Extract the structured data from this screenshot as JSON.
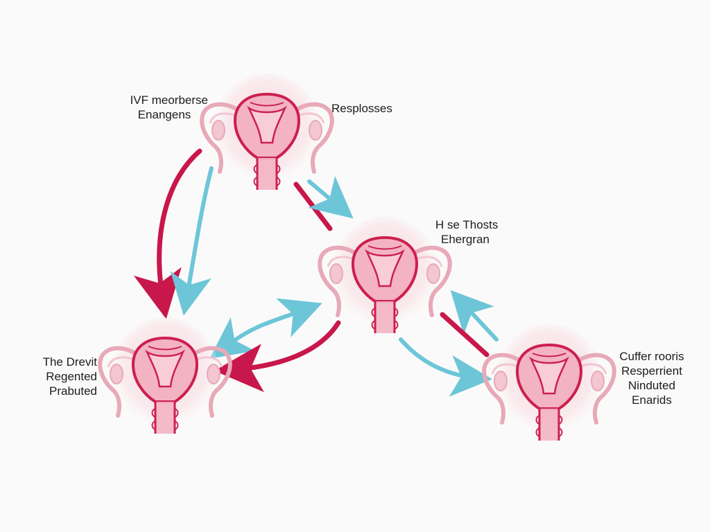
{
  "colors": {
    "red_arrow": "#c8174a",
    "cyan_arrow": "#6cc6d8",
    "organ_outline": "#cc1f4f",
    "organ_fill": "#f3b3c2",
    "organ_haze": "#f6d3da",
    "background": "#fbfafa"
  },
  "nodes": [
    {
      "id": "top",
      "icon": "uterus-icon",
      "labels": {
        "left": [
          "IVF meorberse",
          "Enangens"
        ],
        "right": [
          "Resplosses"
        ]
      }
    },
    {
      "id": "middle",
      "icon": "uterus-icon",
      "labels": {
        "right": [
          "H se Thosts",
          "Ehergran"
        ]
      }
    },
    {
      "id": "bottom-left",
      "icon": "uterus-icon",
      "labels": {
        "left": [
          "The Drevit",
          "Regented",
          "Prabuted"
        ]
      }
    },
    {
      "id": "bottom-right",
      "icon": "uterus-icon",
      "labels": {
        "right": [
          "Cuffer rooris",
          "Resperrient",
          "Ninduted",
          "Enarids"
        ]
      }
    }
  ],
  "arrows": [
    {
      "from": "top",
      "to": "bottom-left",
      "color": "red"
    },
    {
      "from": "top",
      "to": "bottom-left",
      "color": "cyan"
    },
    {
      "from": "top",
      "to": "middle",
      "color": "red"
    },
    {
      "from": "top",
      "to": "middle",
      "color": "cyan"
    },
    {
      "from": "middle",
      "to": "bottom-left",
      "color": "cyan",
      "bidirectional": true
    },
    {
      "from": "middle",
      "to": "bottom-left",
      "color": "red"
    },
    {
      "from": "middle",
      "to": "bottom-right",
      "color": "cyan"
    },
    {
      "from": "bottom-right",
      "to": "middle",
      "color": "cyan"
    },
    {
      "from": "bottom-right",
      "to": "middle",
      "color": "red"
    }
  ]
}
